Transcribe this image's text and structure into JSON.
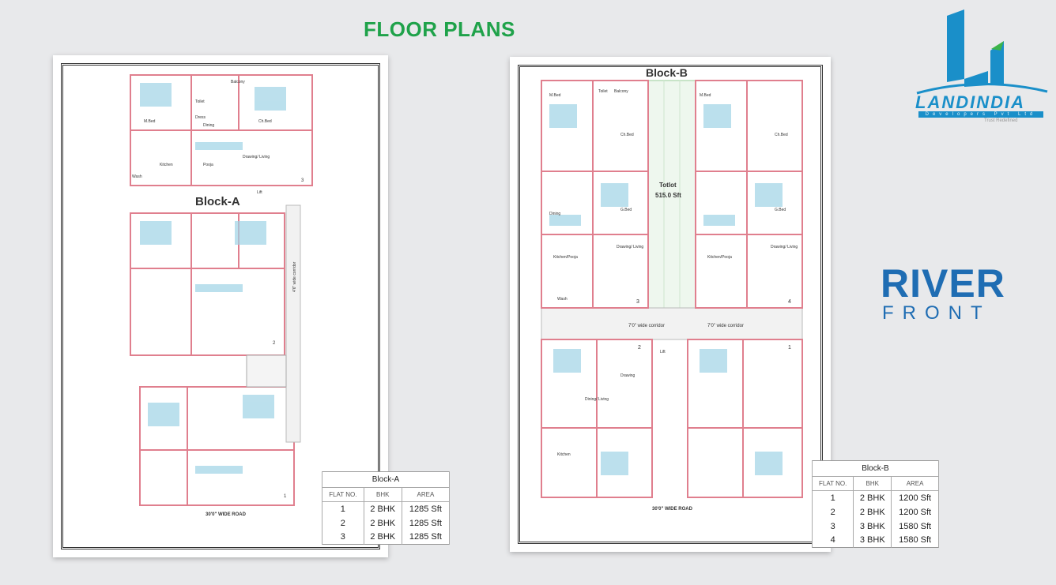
{
  "title": "FLOOR PLANS",
  "brand": {
    "name": "LANDINDIA",
    "subtitle": "Developers Pvt Ltd",
    "tagline": "Trust Redefined",
    "colors": {
      "blue": "#1a8fc9",
      "green": "#3cb44a"
    }
  },
  "project": {
    "line1": "RIVER",
    "line2": "FRONT",
    "color": "#1f6db3"
  },
  "block_a": {
    "label": "Block-A",
    "road": "30'0\"  WIDE  ROAD",
    "corridor": "4'6\" wide corridor",
    "rooms": [
      "M.Bed",
      "Ch.Bed",
      "Toilet",
      "Dress",
      "Dining",
      "Kitchen",
      "Pooja",
      "Drawing/ Living",
      "Balcony",
      "Wash",
      "Lift"
    ],
    "flat_numbers": [
      "1",
      "2",
      "3"
    ],
    "table": {
      "caption": "Block-A",
      "headers": [
        "FLAT NO.",
        "BHK",
        "AREA"
      ],
      "rows": [
        [
          "1",
          "2 BHK",
          "1285 Sft"
        ],
        [
          "2",
          "2 BHK",
          "1285 Sft"
        ],
        [
          "3",
          "2 BHK",
          "1285 Sft"
        ]
      ]
    }
  },
  "block_b": {
    "label": "Block-B",
    "totlot": "Totlot",
    "totlot_area": "515.0 Sft",
    "road": "30'0\"  WIDE  ROAD",
    "corridor": "7'0\"  wide corridor",
    "rooms": [
      "M.Bed",
      "Ch.Bed",
      "G.Bed",
      "Toilet",
      "Dining",
      "Kitchen/Pooja",
      "Drawing/ Living",
      "Balcony",
      "Wash",
      "Lift",
      "Drawing",
      "Dining/ Living",
      "Kitchen"
    ],
    "flat_numbers": [
      "1",
      "2",
      "3",
      "4"
    ],
    "table": {
      "caption": "Block-B",
      "headers": [
        "FLAT NO.",
        "BHK",
        "AREA"
      ],
      "rows": [
        [
          "1",
          "2 BHK",
          "1200 Sft"
        ],
        [
          "2",
          "2 BHK",
          "1200 Sft"
        ],
        [
          "3",
          "3 BHK",
          "1580 Sft"
        ],
        [
          "4",
          "3 BHK",
          "1580 Sft"
        ]
      ]
    }
  }
}
